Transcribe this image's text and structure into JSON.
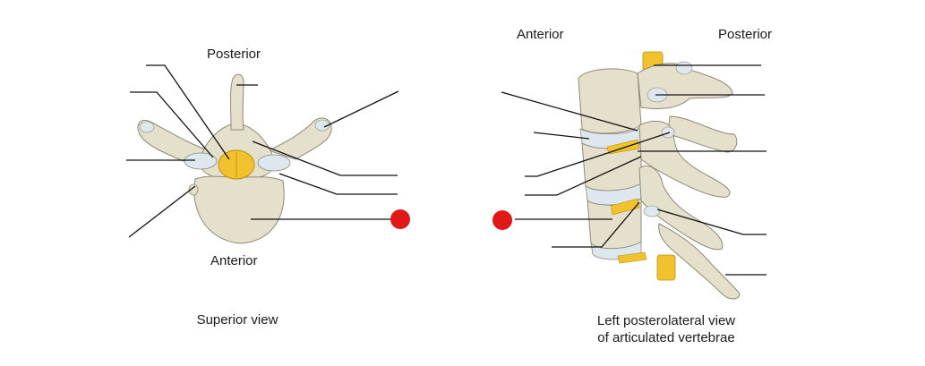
{
  "superior_view": {
    "top_label": "Posterior",
    "bottom_label": "Anterior",
    "caption": "Superior view"
  },
  "lateral_view": {
    "left_label": "Anterior",
    "right_label": "Posterior",
    "caption_line1": "Left posterolateral view",
    "caption_line2": "of articulated vertebrae"
  },
  "colors": {
    "bone": "#e4e0cc",
    "bone_shadow": "#c9c4ac",
    "bone_outline": "#8f8a78",
    "nerve_yellow": "#f2c12e",
    "disc_blue": "#dde8ee",
    "leader_line": "#111111",
    "marker_red": "#e01818"
  }
}
